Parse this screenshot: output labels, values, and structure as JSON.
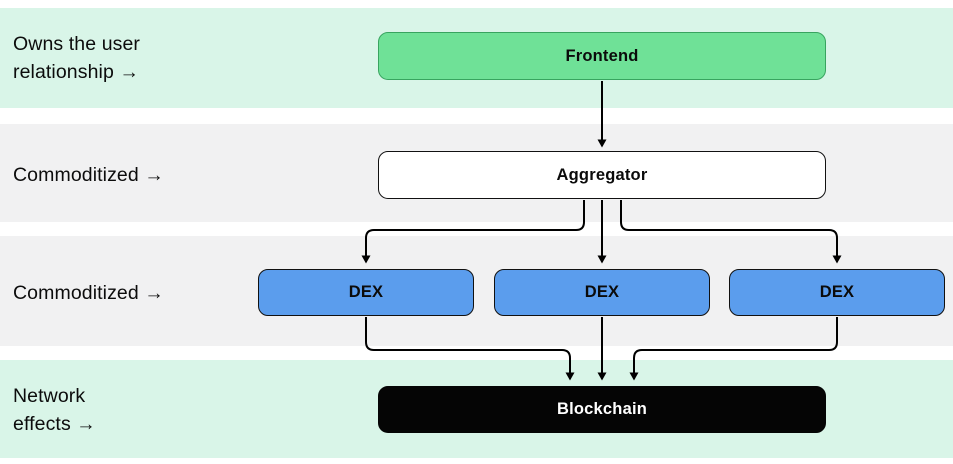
{
  "diagram": {
    "row_labels": [
      {
        "text": "Owns the user\nrelationship →"
      },
      {
        "text": "Commoditized →"
      },
      {
        "text": "Commoditized →"
      },
      {
        "text": "Network\neffects →"
      }
    ],
    "nodes": {
      "frontend": "Frontend",
      "aggregator": "Aggregator",
      "dex_left": "DEX",
      "dex_mid": "DEX",
      "dex_right": "DEX",
      "blockchain": "Blockchain"
    },
    "colors": {
      "band_mint": "#d9f5e8",
      "band_gray": "#f1f1f2",
      "frontend_fill": "#6fe197",
      "frontend_border": "#38a45f",
      "aggregator_fill": "#ffffff",
      "dex_fill": "#5b9ded",
      "blockchain_fill": "#050505",
      "blockchain_text": "#ffffff",
      "node_border": "#111111",
      "arrow": "#000000"
    }
  }
}
